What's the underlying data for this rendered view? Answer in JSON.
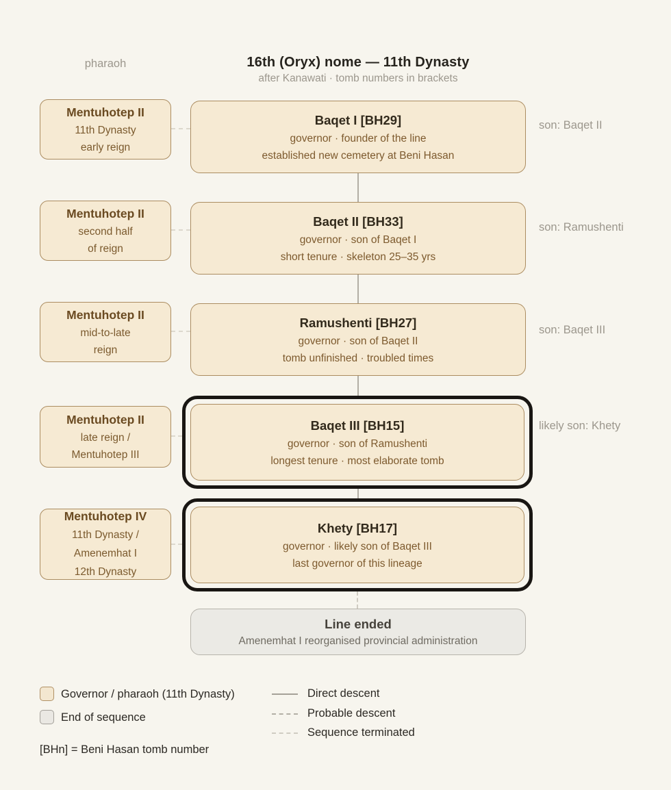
{
  "header": {
    "column_label": "pharaoh",
    "title": "16th (Oryx) nome — 11th Dynasty",
    "subtitle": "after Kanawati · tomb numbers in brackets"
  },
  "rows": [
    {
      "pharaoh": {
        "name": "Mentuhotep II",
        "lines": [
          "11th Dynasty",
          "early reign"
        ]
      },
      "governor": {
        "name": "Baqet I [BH29]",
        "lines": [
          "governor · founder of the line",
          "established new cemetery at Beni Hasan"
        ],
        "highlighted": false
      },
      "annotation": "son: Baqet II"
    },
    {
      "pharaoh": {
        "name": "Mentuhotep II",
        "lines": [
          "second half",
          "of reign"
        ]
      },
      "governor": {
        "name": "Baqet II [BH33]",
        "lines": [
          "governor · son of Baqet I",
          "short tenure · skeleton 25–35 yrs"
        ],
        "highlighted": false
      },
      "annotation": "son: Ramushenti"
    },
    {
      "pharaoh": {
        "name": "Mentuhotep II",
        "lines": [
          "mid-to-late",
          "reign"
        ]
      },
      "governor": {
        "name": "Ramushenti [BH27]",
        "lines": [
          "governor · son of Baqet II",
          "tomb unfinished · troubled times"
        ],
        "highlighted": false
      },
      "annotation": "son: Baqet III"
    },
    {
      "pharaoh": {
        "name": "Mentuhotep II",
        "lines": [
          "late reign /",
          "Mentuhotep III"
        ]
      },
      "governor": {
        "name": "Baqet III [BH15]",
        "lines": [
          "governor · son of Ramushenti",
          "longest tenure · most elaborate tomb"
        ],
        "highlighted": true
      },
      "annotation": "likely son: Khety"
    },
    {
      "pharaoh": {
        "name": "Mentuhotep IV",
        "lines": [
          "11th Dynasty /",
          "Amenemhat I",
          "12th Dynasty"
        ]
      },
      "governor": {
        "name": "Khety [BH17]",
        "lines": [
          "governor · likely son of Baqet III",
          "last governor of this lineage"
        ],
        "highlighted": true
      },
      "annotation": ""
    }
  ],
  "end_box": {
    "title": "Line ended",
    "subtitle": "Amenemhat I reorganised provincial administration"
  },
  "legend": {
    "governor_swatch_label": "Governor / pharaoh (11th Dynasty)",
    "end_swatch_label": "End of sequence",
    "direct_label": "Direct descent",
    "probable_label": "Probable descent",
    "terminated_label": "Sequence terminated",
    "footnote": "[BHn] = Beni Hasan tomb number"
  },
  "colors": {
    "page_background": "#f7f5ee",
    "box_fill": "#f6ead3",
    "box_border": "#ab8c60",
    "highlight_outline": "#191613",
    "end_box_fill": "#ebeae5",
    "end_box_border": "#b6b3ab",
    "dark_text": "#26231d",
    "brown_title_text": "#6a4a21",
    "brown_body_text": "#7d5a2e",
    "muted_text": "#9c978d",
    "direct_line": "#b2aea4",
    "probable_line": "#dcd8cd",
    "terminated_line": "#d0ccc2"
  }
}
